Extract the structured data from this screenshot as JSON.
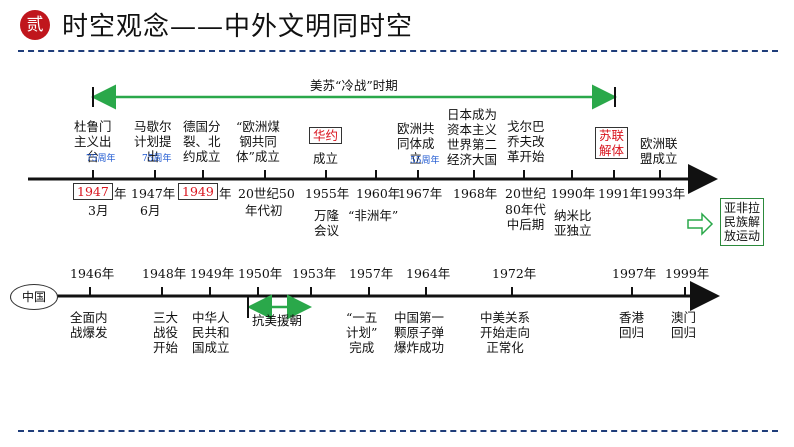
{
  "header": {
    "badge": "贰",
    "title": "时空观念——中外文明同时空"
  },
  "cold_war": {
    "label": "美苏“冷战”时期"
  },
  "world": {
    "above": [
      {
        "text": "杜鲁门\n主义出\n台",
        "note": "75周年"
      },
      {
        "text": "马歇尔\n计划提\n出",
        "note": "75周年"
      },
      {
        "text": "德国分\n裂、北\n约成立"
      },
      {
        "text": "“欧洲煤\n钢共同\n体”成立"
      },
      {
        "text": "华约"
      },
      {
        "text": "成立"
      },
      {
        "text": "欧洲共\n同体成\n立",
        "note": "55周年"
      },
      {
        "text": "日本成为\n资本主义\n世界第二\n经济大国"
      },
      {
        "text": "戈尔巴\n乔夫改\n革开始"
      },
      {
        "text": "苏联\n解体"
      },
      {
        "text": "欧洲联\n盟成立"
      }
    ],
    "axis": [
      {
        "text": "1947"
      },
      {
        "text": "年"
      },
      {
        "text": "1947年"
      },
      {
        "text": "1949"
      },
      {
        "text": "年"
      },
      {
        "text": "20世纪50"
      },
      {
        "text": "1955年"
      },
      {
        "text": "1960年"
      },
      {
        "text": "1967年"
      },
      {
        "text": "1968年"
      },
      {
        "text": "20世纪"
      },
      {
        "text": "1990年"
      },
      {
        "text": "1991年"
      },
      {
        "text": "1993年"
      }
    ],
    "below": [
      {
        "text": "3月"
      },
      {
        "text": "6月"
      },
      {
        "text": "年代初"
      },
      {
        "text": "万隆\n会议"
      },
      {
        "text": "“非洲年”"
      },
      {
        "text": "80年代\n中后期"
      },
      {
        "text": "纳米比\n亚独立"
      }
    ],
    "side_box": "亚非拉\n民族解\n放运动"
  },
  "china": {
    "label": "中国",
    "years": [
      "1946年",
      "1948年",
      "1949年",
      "1950年",
      "1953年",
      "1957年",
      "1964年",
      "1972年",
      "1997年",
      "1999年"
    ],
    "events": [
      {
        "text": "全面内\n战爆发"
      },
      {
        "text": "三大\n战役\n开始"
      },
      {
        "text": "中华人\n民共和\n国成立"
      },
      {
        "text": "抗美援朝"
      },
      {
        "text": "“一五\n计划”\n完成"
      },
      {
        "text": "中国第一\n颗原子弹\n爆炸成功"
      },
      {
        "text": "中美关系\n开始走向\n正常化"
      },
      {
        "text": "香港\n回归"
      },
      {
        "text": "澳门\n回归"
      }
    ]
  }
}
